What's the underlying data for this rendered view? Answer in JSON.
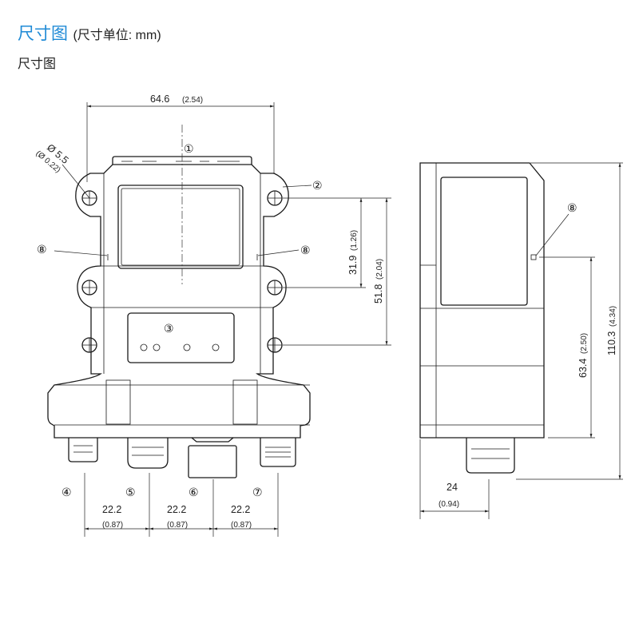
{
  "header": {
    "title": "尺寸图",
    "unit_note": "(尺寸单位: mm)"
  },
  "subtitle": "尺寸图",
  "dims": {
    "width": {
      "mm": "64.6",
      "inch": "(2.54)"
    },
    "hole": {
      "mm": "Ø 5.5",
      "inch": "(Ø 0.22)"
    },
    "h319": {
      "mm": "31.9",
      "inch": "(1.26)"
    },
    "h518": {
      "mm": "51.8",
      "inch": "(2.04)"
    },
    "h634": {
      "mm": "63.4",
      "inch": "(2.50)"
    },
    "h1103": {
      "mm": "110.3",
      "inch": "(4.34)"
    },
    "depth": {
      "mm": "24",
      "inch": "(0.94)"
    },
    "pitch1": {
      "mm": "22.2",
      "inch": "(0.87)"
    },
    "pitch2": {
      "mm": "22.2",
      "inch": "(0.87)"
    },
    "pitch3": {
      "mm": "22.2",
      "inch": "(0.87)"
    }
  },
  "callouts": {
    "c1": "①",
    "c2": "②",
    "c3": "③",
    "c4": "④",
    "c5": "⑤",
    "c6": "⑥",
    "c7": "⑦",
    "c8": "⑧"
  }
}
